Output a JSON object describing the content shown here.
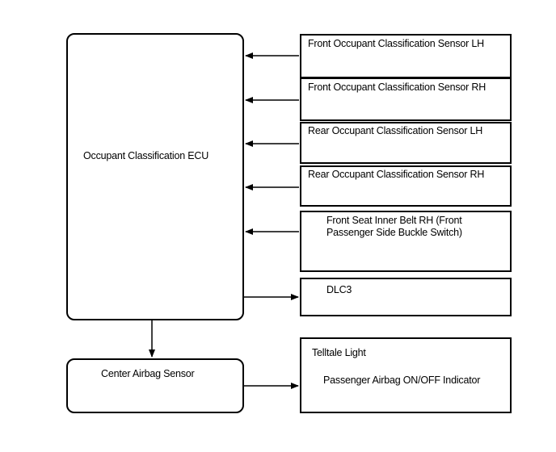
{
  "diagram": {
    "ecu": {
      "label": "Occupant Classification ECU"
    },
    "airbag_sensor": {
      "label": "Center Airbag Sensor"
    },
    "inputs": [
      {
        "label": "Front Occupant Classification Sensor LH"
      },
      {
        "label": "Front Occupant Classification Sensor RH"
      },
      {
        "label": "Rear Occupant Classification Sensor LH"
      },
      {
        "label": "Rear Occupant Classification Sensor RH"
      },
      {
        "line1": "Front Seat Inner Belt RH (Front",
        "line2": "Passenger Side Buckle Switch)"
      }
    ],
    "dlc3": {
      "label": "DLC3"
    },
    "telltale": {
      "title": "Telltale Light",
      "indicator": "Passenger Airbag ON/OFF Indicator"
    }
  }
}
